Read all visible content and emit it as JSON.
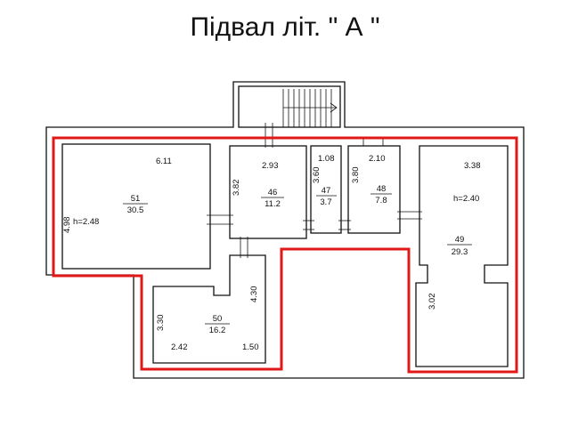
{
  "title": "Підвал літ. \" А \"",
  "colors": {
    "outline": "#e01818",
    "walls": "#111111"
  },
  "rooms": [
    {
      "id": "51",
      "number": "51",
      "area": "30.5",
      "height": "h=2.48",
      "dims": [
        "6.11",
        "4.98"
      ]
    },
    {
      "id": "46",
      "number": "46",
      "area": "11.2",
      "dims": [
        "2.93",
        "3.82"
      ]
    },
    {
      "id": "47",
      "number": "47",
      "area": "3.7",
      "dims": [
        "1.08",
        "3.60"
      ]
    },
    {
      "id": "48",
      "number": "48",
      "area": "7.8",
      "dims": [
        "2.10",
        "3.80"
      ]
    },
    {
      "id": "49",
      "number": "49",
      "area": "29.3",
      "height": "h=2.40",
      "dims": [
        "3.38",
        "3.02"
      ]
    },
    {
      "id": "50",
      "number": "50",
      "area": "16.2",
      "dims": [
        "4.30",
        "3.30",
        "2.42",
        "1.50"
      ]
    }
  ]
}
